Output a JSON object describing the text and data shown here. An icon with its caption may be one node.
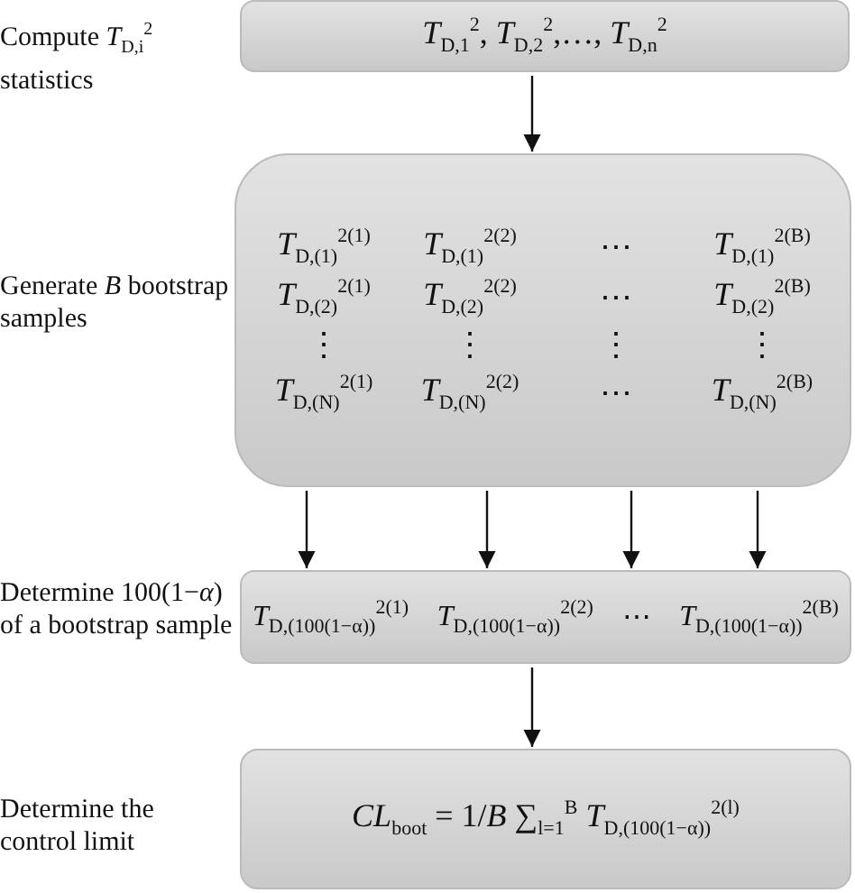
{
  "diagram": {
    "nodes": [
      {
        "text": [
          "*T*$_{D,1}$$^{2}$, *T*$_{D,2}$$^{2}$,…, *T*$_{D,n}$$^{2}$"
        ]
      },
      {
        "text": [
          "*T*$_{D,(1)}$$^{2(1)}$",
          "*T*$_{D,(1)}$$^{2(2)}$",
          "⋯",
          "*T*$_{D,(1)}$$^{2(B)}$",
          "*T*$_{D,(2)}$$^{2(1)}$",
          "*T*$_{D,(2)}$$^{2(2)}$",
          "⋯",
          "*T*$_{D,(2)}$$^{2(B)}$",
          "⋮",
          "⋮",
          "⋮",
          "⋮",
          "*T*$_{D,(N)}$$^{2(1)}$",
          "*T*$_{D,(N)}$$^{2(2)}$",
          "⋯",
          "*T*$_{D,(N)}$$^{2(B)}$"
        ]
      },
      {
        "text": [
          "*T*$_{D,(100(1−α))}$$^{2(1)}$",
          "*T*$_{D,(100(1−α))}$$^{2(2)}$",
          "⋯",
          "*T*$_{D,(100(1−α))}$$^{2(B)}$"
        ]
      },
      {
        "text": [
          "*CL*$_{boot}$ = 1/*B* ∑$_{l=1}$$^{B}$ *T*$_{D,(100(1−α))}$$^{2(l)}$"
        ]
      }
    ],
    "edges": [
      {
        "from": 0,
        "to": 1,
        "arrow": "to"
      },
      {
        "from": 1,
        "to": 2,
        "arrow": "to"
      },
      {
        "from": 1,
        "to": 2,
        "arrow": "to"
      },
      {
        "from": 1,
        "to": 2,
        "arrow": "to"
      },
      {
        "from": 1,
        "to": 2,
        "arrow": "to"
      },
      {
        "from": 2,
        "to": 3,
        "arrow": "to"
      }
    ],
    "labels": [
      "Compute *T*$_{D,i}$$^{2}$ statistics",
      "Generate *B* bootstrap samples",
      "Determine 100(1−*α*) of a bootstrap sample",
      "Determine the control limit"
    ]
  }
}
